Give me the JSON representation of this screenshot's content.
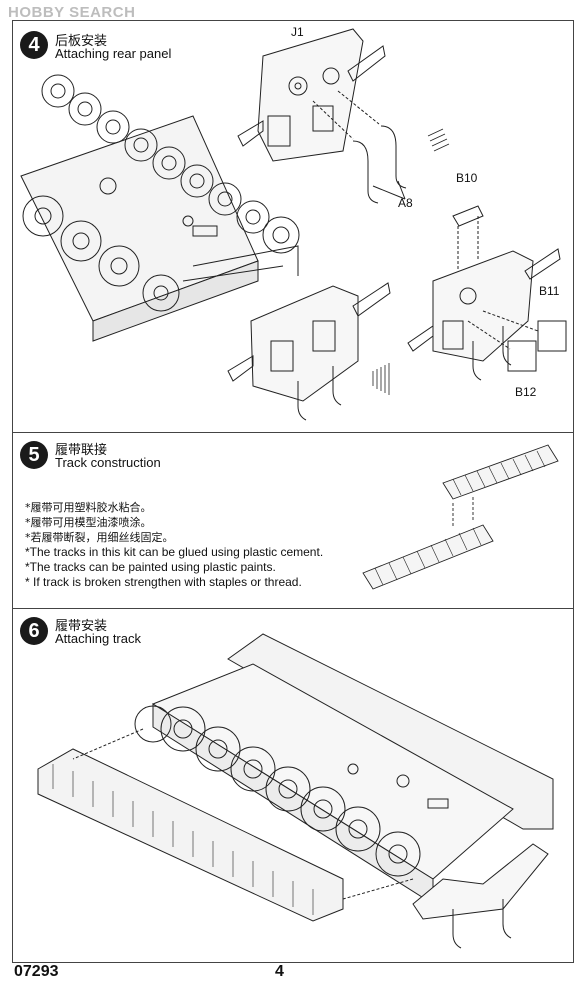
{
  "watermark": "HOBBY SEARCH",
  "steps": [
    {
      "number": "4",
      "title_zh": "后板安装",
      "title_en": "Attaching rear panel"
    },
    {
      "number": "5",
      "title_zh": "履带联接",
      "title_en": "Track construction"
    },
    {
      "number": "6",
      "title_zh": "履带安装",
      "title_en": "Attaching track"
    }
  ],
  "parts": {
    "j1": "J1",
    "a8": "A8",
    "b10": "B10",
    "b11": "B11",
    "b12": "B12"
  },
  "notes": [
    "*履带可用塑料胶水粘合。",
    "*履带可用模型油漆喷涂。",
    "*若履带断裂，用细丝线固定。",
    "*The tracks in this kit can be glued using plastic cement.",
    "*The tracks can be painted using plastic paints.",
    "*  If track is broken strengthen with staples or thread."
  ],
  "footer": {
    "code": "07293",
    "page": "4"
  }
}
